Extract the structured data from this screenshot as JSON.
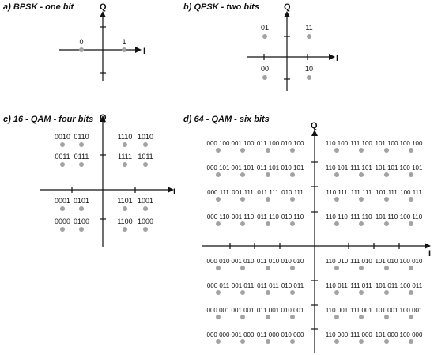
{
  "panels": {
    "bpsk": {
      "title": "a)  BPSK - one bit",
      "q_label": "Q",
      "i_label": "I",
      "points": [
        {
          "label": "0",
          "i": -1,
          "q": 0
        },
        {
          "label": "1",
          "i": 1,
          "q": 0
        }
      ]
    },
    "qpsk": {
      "title": "b)  QPSK - two bits",
      "q_label": "Q",
      "i_label": "I",
      "points": [
        {
          "label": "01",
          "i": -1,
          "q": 1
        },
        {
          "label": "11",
          "i": 1,
          "q": 1
        },
        {
          "label": "00",
          "i": -1,
          "q": -1
        },
        {
          "label": "10",
          "i": 1,
          "q": -1
        }
      ]
    },
    "qam16": {
      "title": "c)  16 - QAM - four bits",
      "q_label": "Q",
      "i_label": "I",
      "rows": [
        [
          "0010",
          "0110",
          "1110",
          "1010"
        ],
        [
          "0011",
          "0111",
          "1111",
          "1011"
        ],
        [
          "0001",
          "0101",
          "1101",
          "1001"
        ],
        [
          "0000",
          "0100",
          "1100",
          "1000"
        ]
      ]
    },
    "qam64": {
      "title": "d)  64 - QAM - six bits",
      "q_label": "Q",
      "i_label": "I",
      "rows": [
        [
          "000 100",
          "001 100",
          "011 100",
          "010 100",
          "110 100",
          "111 100",
          "101 100",
          "100 100"
        ],
        [
          "000 101",
          "001 101",
          "011 101",
          "010 101",
          "110 101",
          "111 101",
          "101 101",
          "100 101"
        ],
        [
          "000 111",
          "001 111",
          "011 111",
          "010 111",
          "110 111",
          "111 111",
          "101 111",
          "100 111"
        ],
        [
          "000 110",
          "001 110",
          "011 110",
          "010 110",
          "110 110",
          "111 110",
          "101 110",
          "100 110"
        ],
        [
          "000 010",
          "001 010",
          "011 010",
          "010 010",
          "110 010",
          "111 010",
          "101 010",
          "100 010"
        ],
        [
          "000 011",
          "001 011",
          "011 011",
          "010 011",
          "110 011",
          "111 011",
          "101 011",
          "100 011"
        ],
        [
          "000 001",
          "001 001",
          "011 001",
          "010 001",
          "110 001",
          "111 001",
          "101 001",
          "100 001"
        ],
        [
          "000 000",
          "001 000",
          "011 000",
          "010 000",
          "110 000",
          "111 000",
          "101 000",
          "100 000"
        ]
      ]
    }
  }
}
